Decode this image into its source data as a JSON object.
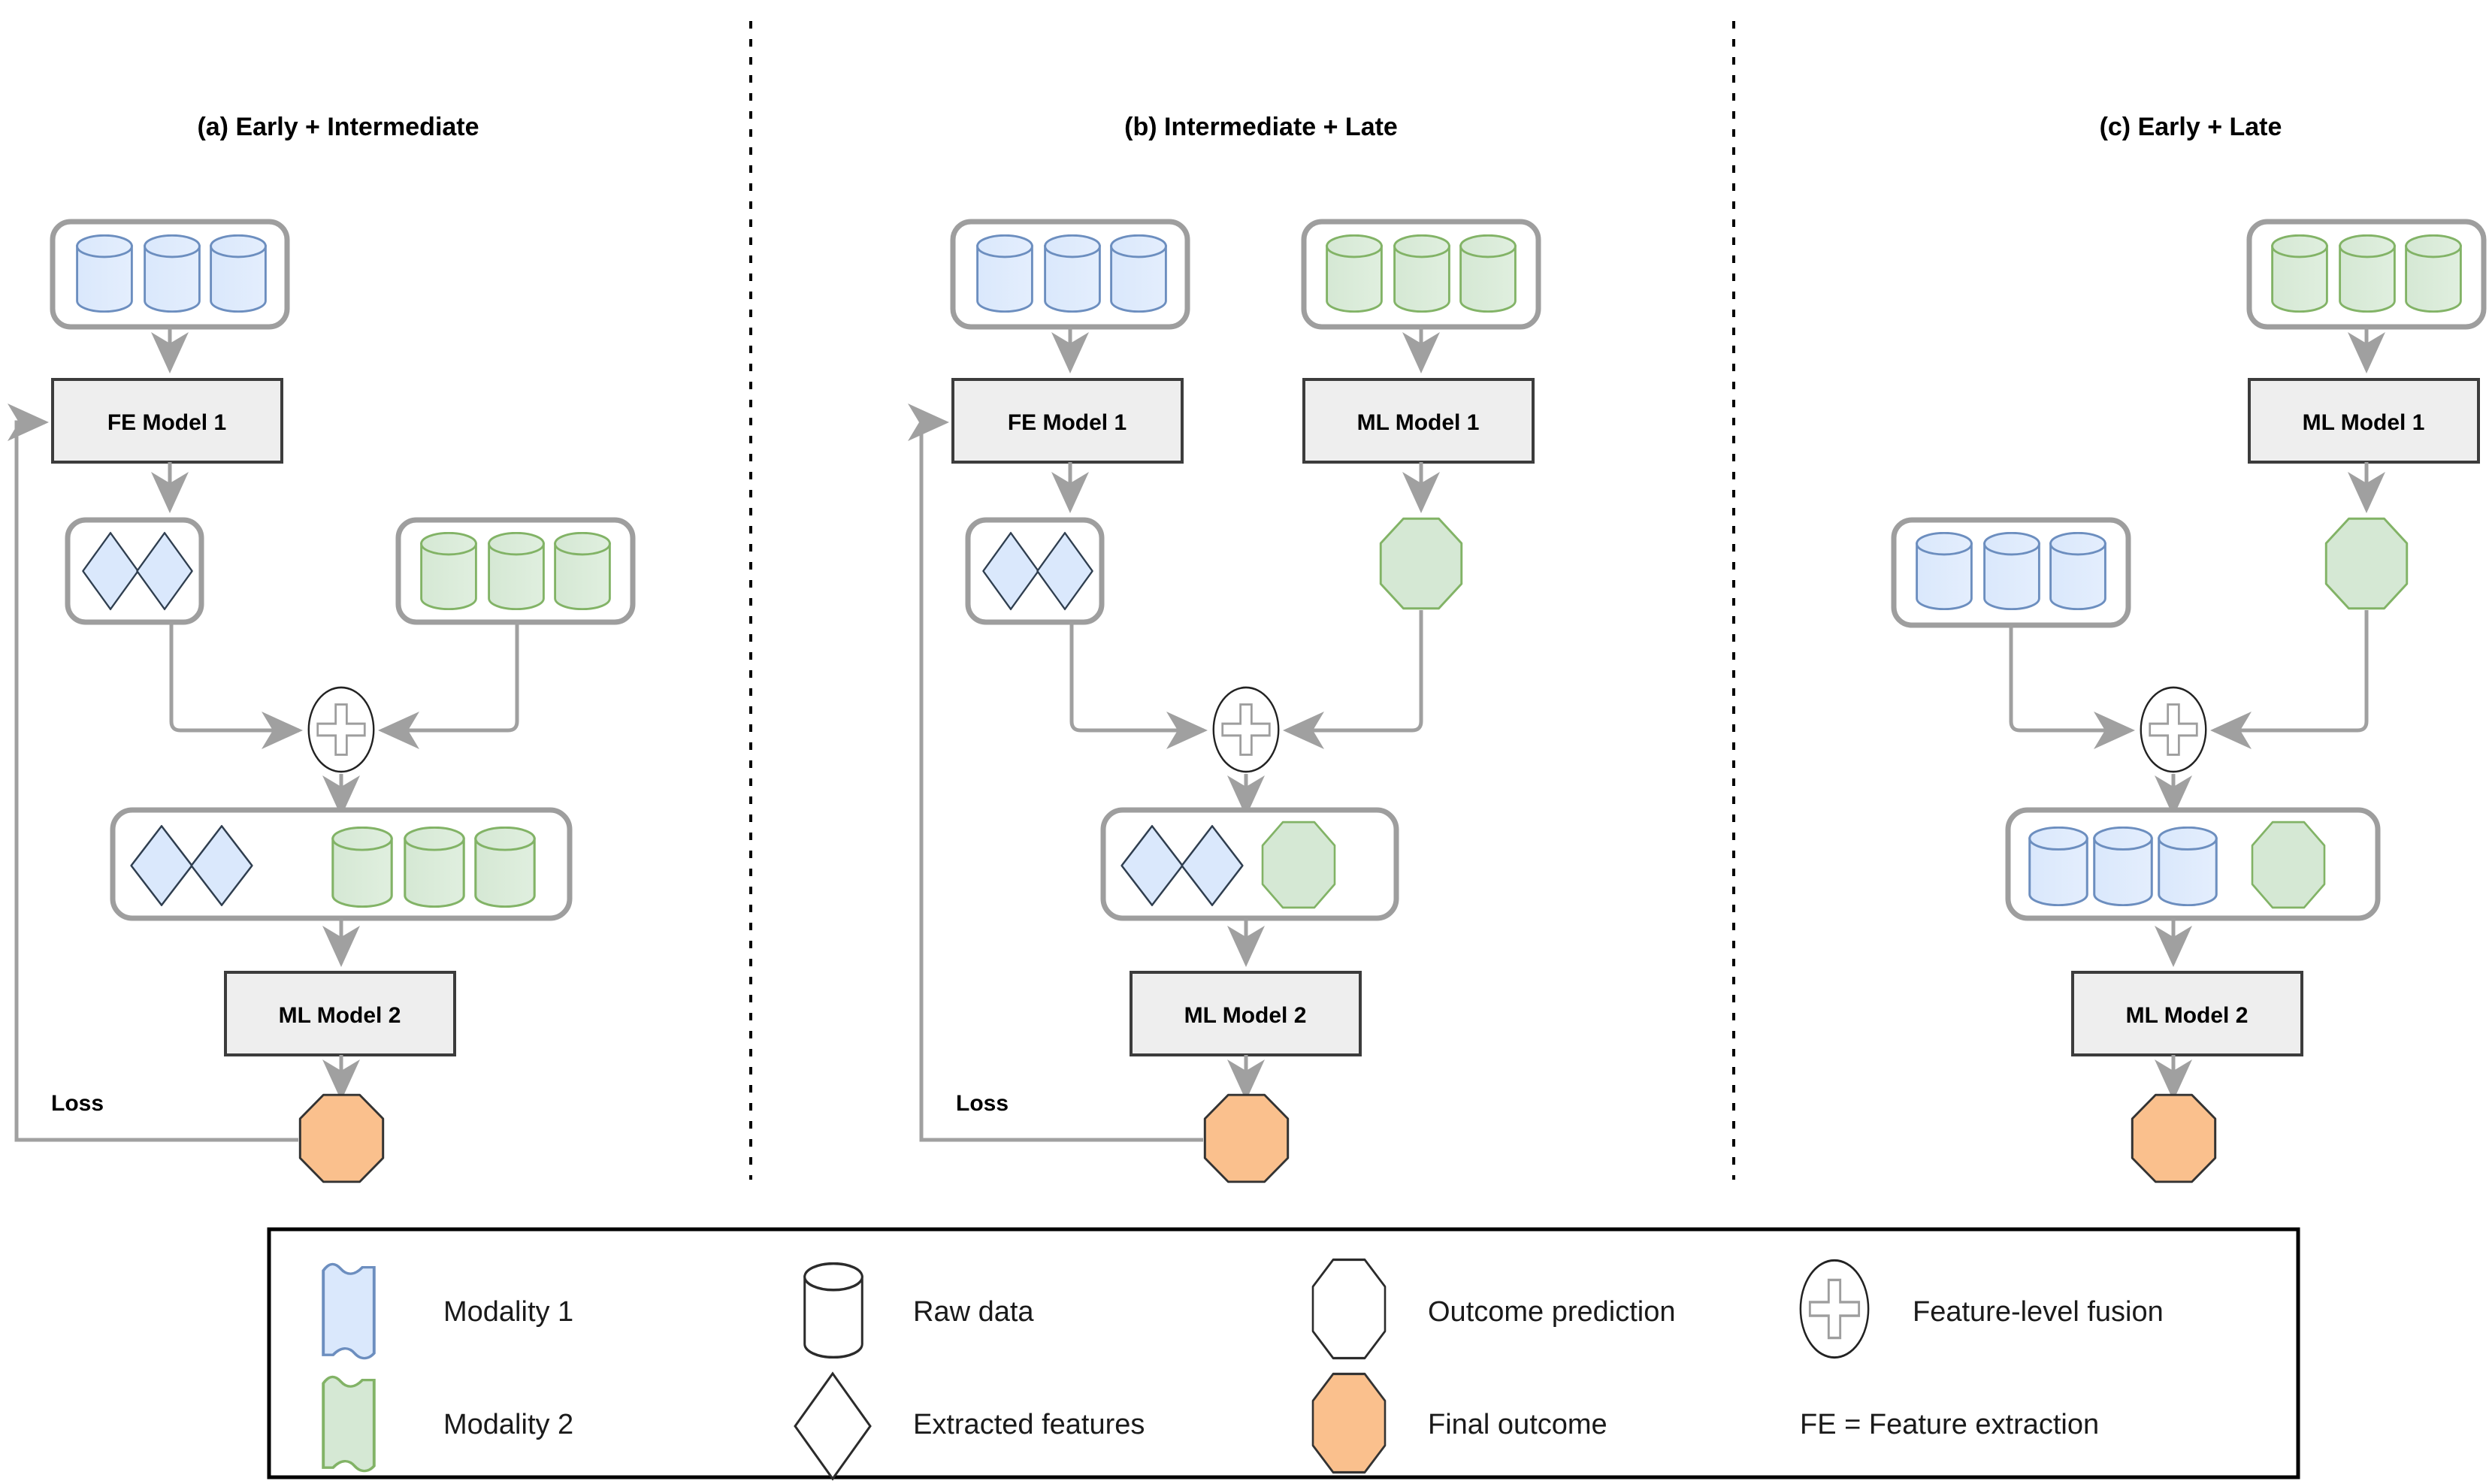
{
  "panels": [
    {
      "id": "a",
      "title": "(a) Early + Intermediate",
      "nodes": {
        "raw_modality1": "raw-data-modality1-group",
        "fe_model_1": "FE Model 1",
        "features_modality1": "extracted-features-modality1-group",
        "raw_modality2": "raw-data-modality2-group",
        "fusion": "feature-level-fusion",
        "fused_container": "fused-features-and-raw-data",
        "ml_model_2": "ML Model 2",
        "final_outcome": "final-outcome-octagon",
        "loss_label": "Loss"
      }
    },
    {
      "id": "b",
      "title": "(b) Intermediate + Late",
      "nodes": {
        "raw_modality1": "raw-data-modality1-group",
        "raw_modality2": "raw-data-modality2-group",
        "fe_model_1": "FE Model 1",
        "ml_model_1": "ML Model 1",
        "features_modality1": "extracted-features-modality1-group",
        "outcome_prediction_modality2": "outcome-prediction-octagon",
        "fusion": "feature-level-fusion",
        "fused_container": "fused-features-and-prediction",
        "ml_model_2": "ML Model 2",
        "final_outcome": "final-outcome-octagon",
        "loss_label": "Loss"
      }
    },
    {
      "id": "c",
      "title": "(c) Early + Late",
      "nodes": {
        "raw_modality2": "raw-data-modality2-group",
        "ml_model_1": "ML Model 1",
        "outcome_prediction_modality2": "outcome-prediction-octagon",
        "raw_modality1": "raw-data-modality1-group",
        "fusion": "feature-level-fusion",
        "fused_container": "fused-raw-data-and-prediction",
        "ml_model_2": "ML Model 2",
        "final_outcome": "final-outcome-octagon"
      }
    }
  ],
  "labels": {
    "fe_model_1": "FE Model 1",
    "ml_model_1": "ML Model 1",
    "ml_model_2": "ML Model 2",
    "loss": "Loss"
  },
  "legend": {
    "items": [
      {
        "key": "modality1",
        "shape": "document-wave",
        "label": "Modality 1"
      },
      {
        "key": "modality2",
        "shape": "document-wave",
        "label": "Modality 2"
      },
      {
        "key": "raw_data",
        "shape": "cylinder",
        "label": "Raw data"
      },
      {
        "key": "extracted_features",
        "shape": "rhombus",
        "label": "Extracted features"
      },
      {
        "key": "outcome_prediction",
        "shape": "octagon",
        "label": "Outcome prediction"
      },
      {
        "key": "final_outcome",
        "shape": "octagon",
        "label": "Final outcome"
      },
      {
        "key": "feature_level_fusion",
        "shape": "circle-plus",
        "label": "Feature-level fusion"
      },
      {
        "key": "fe_abbrev",
        "shape": "text",
        "label": "FE  = Feature extraction"
      }
    ]
  },
  "colors": {
    "modality1_fill": "#DAE8FC",
    "modality1_stroke": "#6C8EBF",
    "modality2_fill": "#D5E8D4",
    "modality2_stroke": "#82B366",
    "final_outcome_fill": "#FAC08D",
    "final_outcome_stroke": "#333333",
    "model_box_fill": "#EEEEEE",
    "model_box_stroke": "#3C3C3C",
    "container_stroke": "#9E9E9E",
    "arrow_stroke": "#A0A0A0",
    "divider_stroke": "#000000",
    "legend_border": "#000000",
    "feature_shape_stroke": "#2F3E4F"
  }
}
